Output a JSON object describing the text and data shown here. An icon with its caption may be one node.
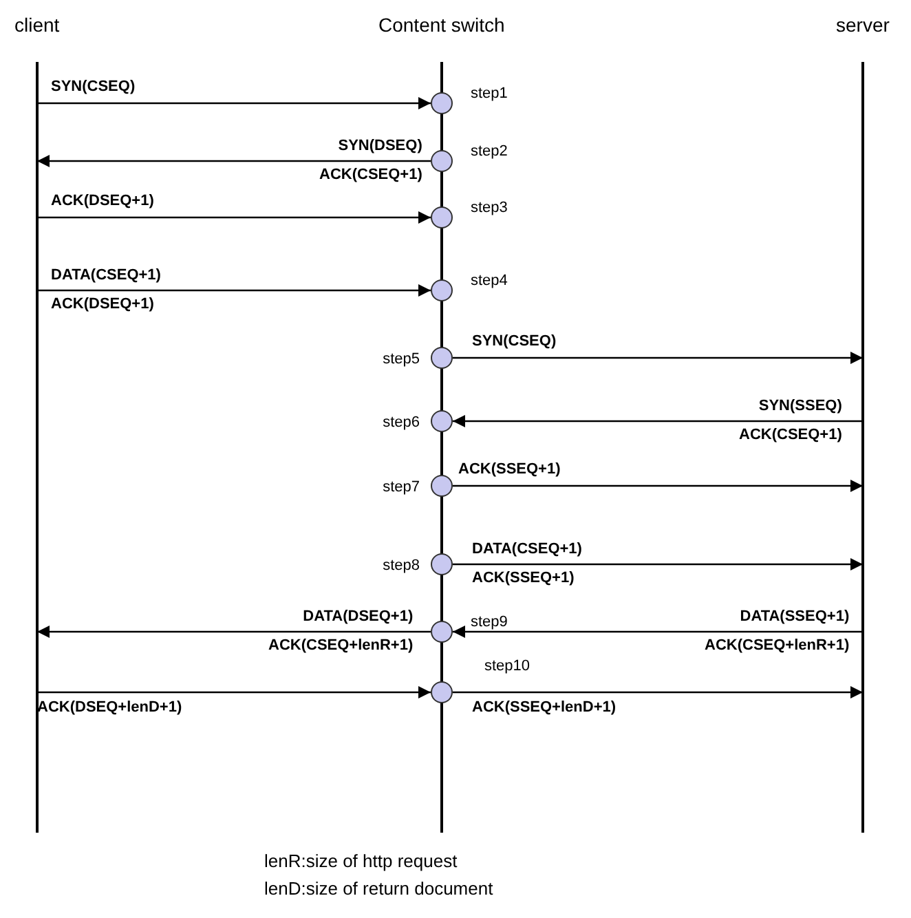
{
  "diagram": {
    "nodes": [
      {
        "text": [
          "client"
        ]
      },
      {
        "text": [
          "Content switch"
        ]
      },
      {
        "text": [
          "server"
        ]
      },
      {
        "text": [],
        "shape": "circle",
        "beside": [
          "step1"
        ]
      },
      {
        "text": [],
        "shape": "circle",
        "beside": [
          "step2"
        ]
      },
      {
        "text": [],
        "shape": "circle",
        "beside": [
          "step3"
        ]
      },
      {
        "text": [],
        "shape": "circle",
        "beside": [
          "step4"
        ]
      },
      {
        "text": [],
        "shape": "circle",
        "beside": [
          "step5"
        ]
      },
      {
        "text": [],
        "shape": "circle",
        "beside": [
          "step6"
        ]
      },
      {
        "text": [],
        "shape": "circle",
        "beside": [
          "step7"
        ]
      },
      {
        "text": [],
        "shape": "circle",
        "beside": [
          "step8"
        ]
      },
      {
        "text": [],
        "shape": "circle",
        "beside": [
          "step9"
        ]
      },
      {
        "text": [],
        "shape": "circle",
        "beside": [
          "step10"
        ]
      }
    ],
    "edges": [
      {
        "from": 0,
        "to": 3,
        "arrow": "to",
        "label": "SYN(CSEQ)"
      },
      {
        "from": 4,
        "to": 0,
        "arrow": "to",
        "label": "SYN(DSEQ) ACK(CSEQ+1)"
      },
      {
        "from": 0,
        "to": 5,
        "arrow": "to",
        "label": "ACK(DSEQ+1)"
      },
      {
        "from": 0,
        "to": 6,
        "arrow": "to",
        "label": "DATA(CSEQ+1) ACK(DSEQ+1)"
      },
      {
        "from": 7,
        "to": 2,
        "arrow": "to",
        "label": "SYN(CSEQ)"
      },
      {
        "from": 2,
        "to": 8,
        "arrow": "to",
        "label": "SYN(SSEQ) ACK(CSEQ+1)"
      },
      {
        "from": 9,
        "to": 2,
        "arrow": "to",
        "label": "ACK(SSEQ+1)"
      },
      {
        "from": 10,
        "to": 2,
        "arrow": "to",
        "label": "DATA(CSEQ+1) ACK(SSEQ+1)"
      },
      {
        "from": 2,
        "to": 11,
        "arrow": "to",
        "label": "DATA(SSEQ+1) ACK(CSEQ+lenR+1)"
      },
      {
        "from": 11,
        "to": 0,
        "arrow": "to",
        "label": "DATA(DSEQ+1) ACK(CSEQ+lenR+1)"
      },
      {
        "from": 0,
        "to": 12,
        "arrow": "to",
        "label": "ACK(DSEQ+lenD+1)"
      },
      {
        "from": 12,
        "to": 2,
        "arrow": "to",
        "label": "ACK(SSEQ+lenD+1)"
      }
    ],
    "labels": [
      "lenR:size of http request",
      "lenD:size of return document"
    ]
  }
}
